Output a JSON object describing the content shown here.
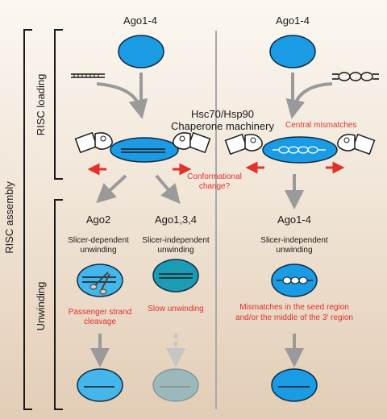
{
  "colors": {
    "blue": "#1a9be3",
    "blue_light": "#45b6ec",
    "teal": "#1c9bb4",
    "faded": "#9bb9bd",
    "red": "#e0322b",
    "gray": "#9a9a9a",
    "dark": "#1a1a1a"
  },
  "labels": {
    "risc_assembly": "RISC assembly",
    "risc_loading": "RISC loading",
    "unwinding": "Unwinding",
    "ago14_left": "Ago1-4",
    "ago14_right": "Ago1-4",
    "hsc_line1": "Hsc70/Hsp90",
    "hsc_line2": "Chaperone machinery",
    "central_mismatches": "Central mismatches",
    "conf_line1": "Conformational",
    "conf_line2": "change?",
    "ago2": "Ago2",
    "ago134": "Ago1,3,4",
    "ago14_unwind": "Ago1-4",
    "slicer_dep_1": "Slicer-dependent",
    "slicer_dep_2": "unwinding",
    "slicer_indep_1": "Slicer-independent",
    "slicer_indep_2": "unwinding",
    "slicer_indep_r1": "Slicer-independent",
    "slicer_indep_r2": "unwinding",
    "passenger_1": "Passenger strand",
    "passenger_2": "cleavage",
    "slow_unwinding": "Slow unwinding",
    "mismatch_1": "Mismatches in the seed region",
    "mismatch_2": "and/or the middle of the 3' region"
  }
}
